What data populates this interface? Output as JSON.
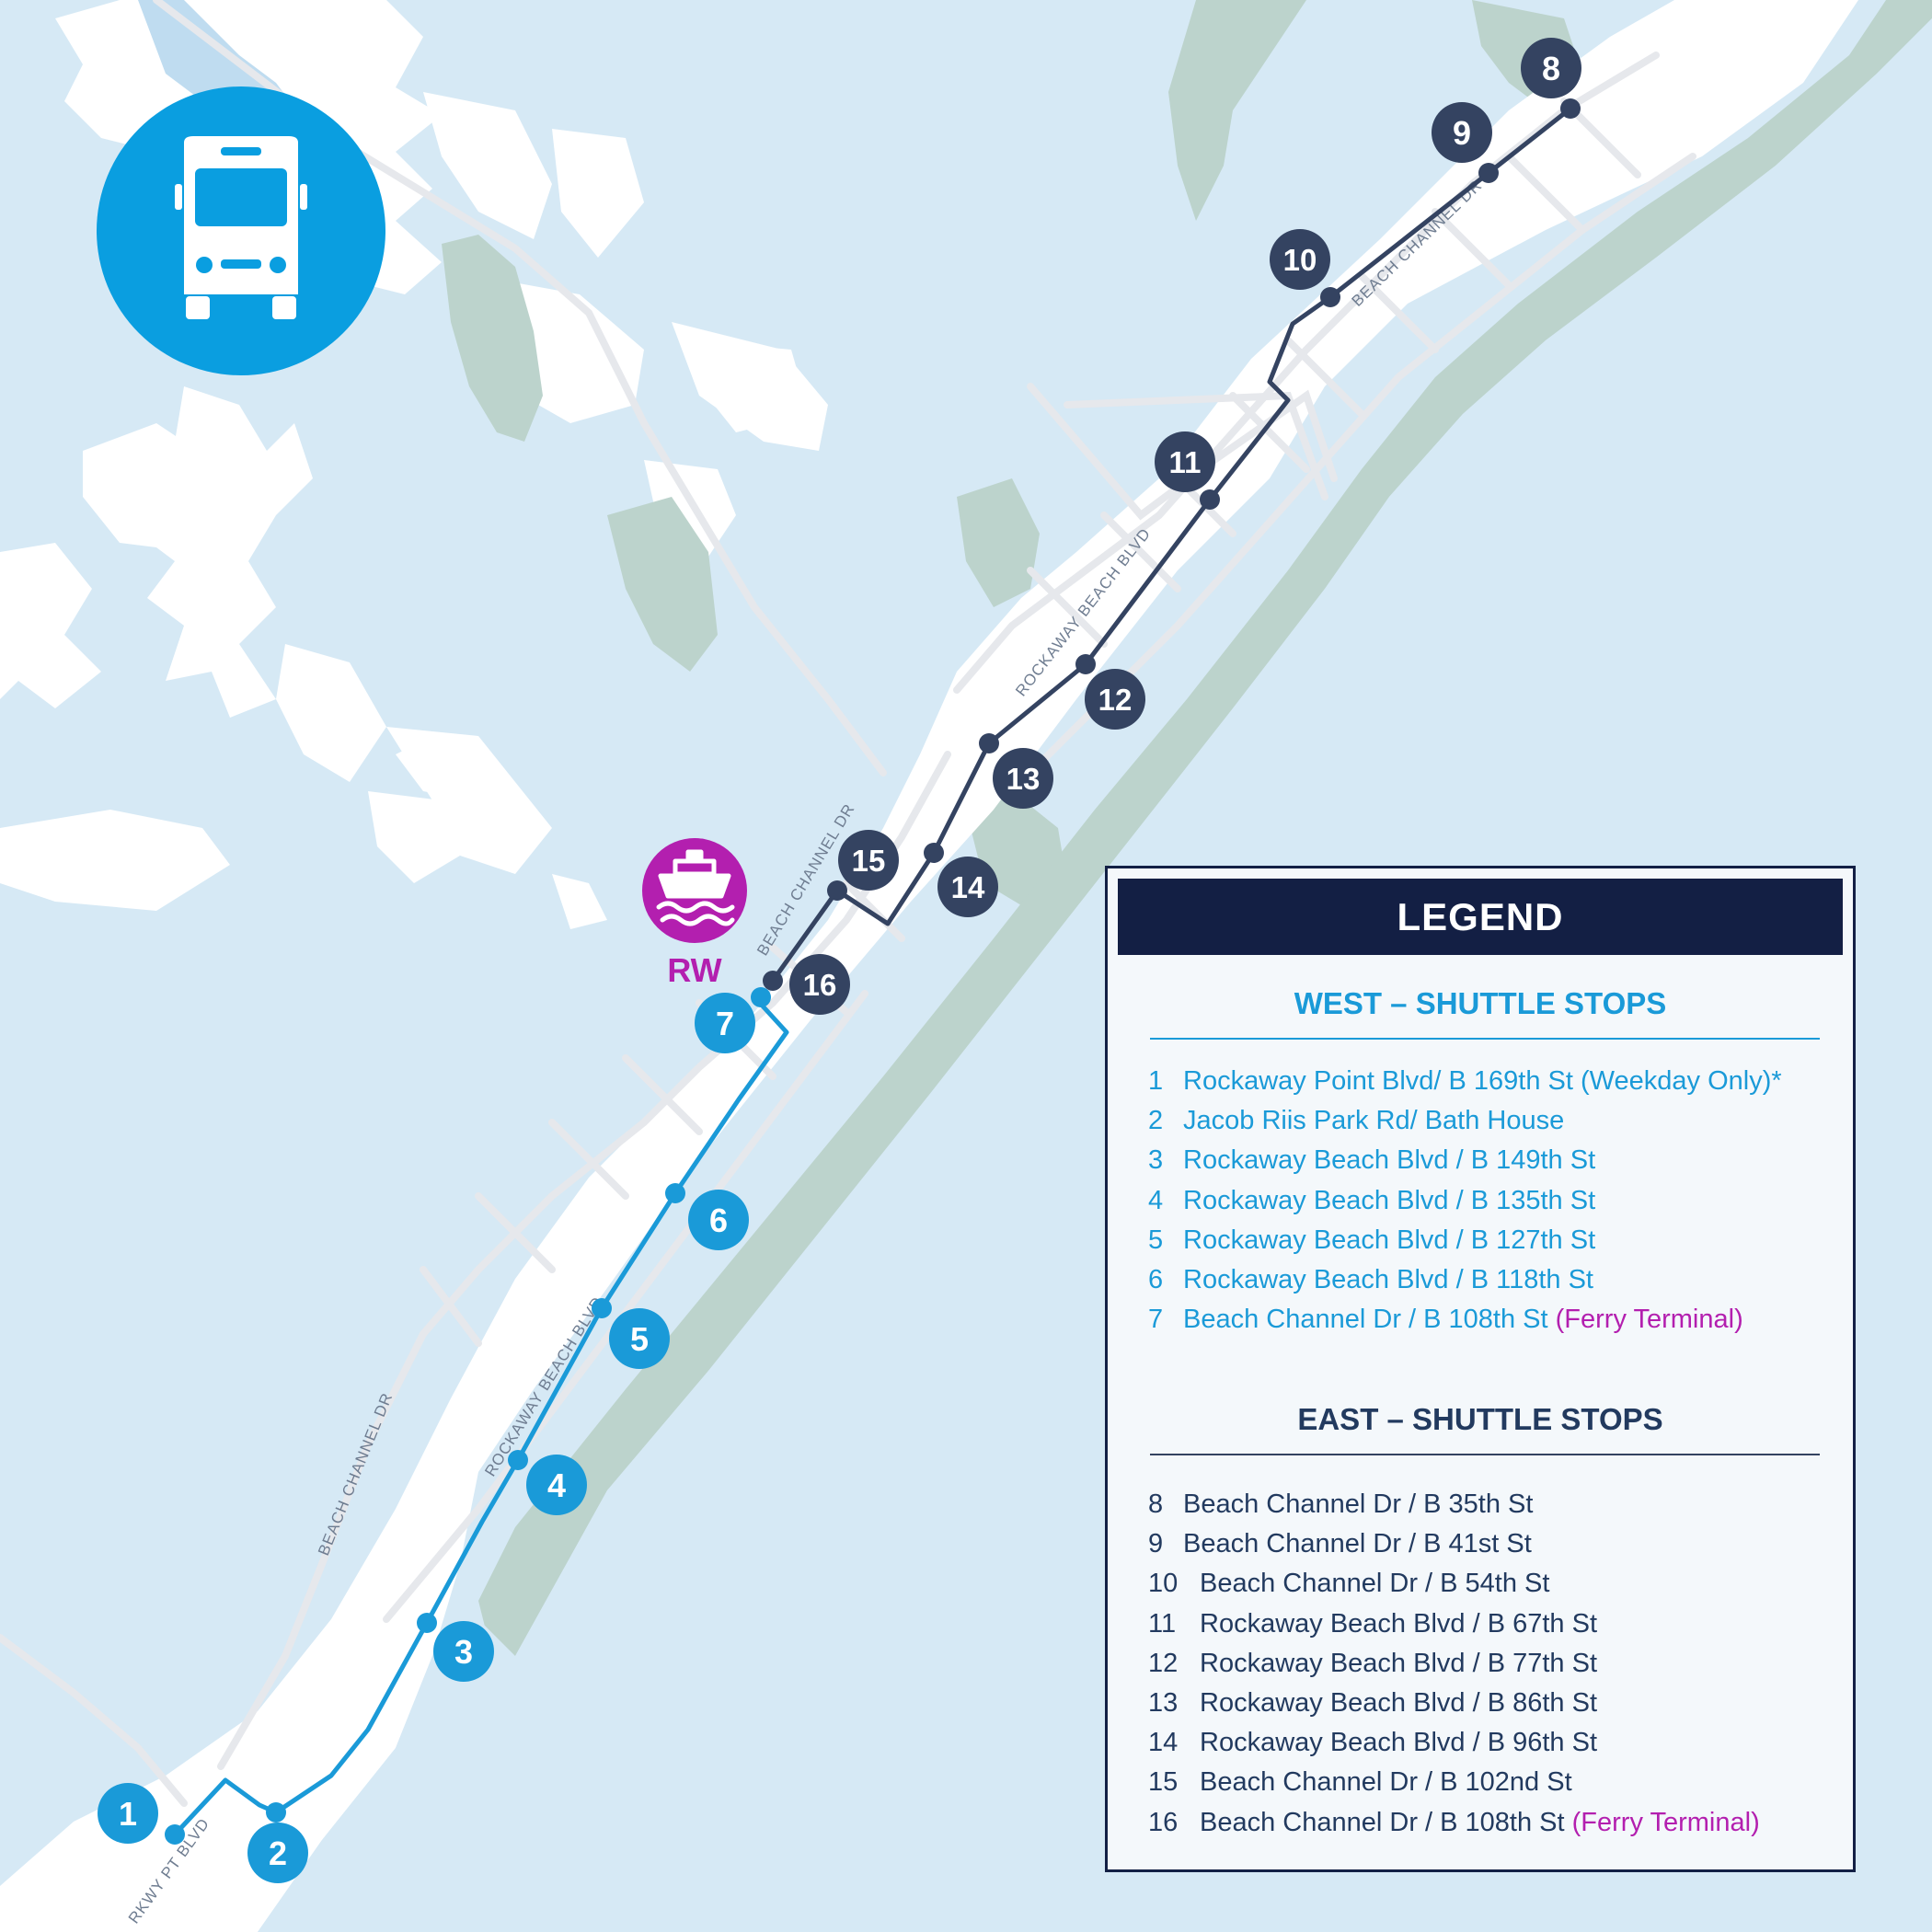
{
  "colors": {
    "water": "#d6e9f5",
    "land": "#ffffff",
    "park": "#bcd3cc",
    "road": "#e6e8ec",
    "west_route": "#1a9ad8",
    "east_route": "#344361",
    "ferry": "#b31faf",
    "legend_header": "#131f44"
  },
  "icons": {
    "bus": "bus-icon",
    "ferry": "ferry-icon"
  },
  "ferry_badge": {
    "label": "RW"
  },
  "road_labels": {
    "beach_channel_dr_west": "BEACH CHANNEL DR",
    "rockaway_beach_blvd_west": "ROCKAWAY BEACH BLVD",
    "beach_channel_dr_mid": "BEACH CHANNEL DR",
    "rockaway_beach_blvd_east": "ROCKAWAY BEACH BLVD",
    "beach_channel_dr_east": "BEACH CHANNEL DR",
    "rkwy_pt_blvd": "RKWY PT BLVD"
  },
  "map_stops": {
    "west": [
      "1",
      "2",
      "3",
      "4",
      "5",
      "6",
      "7"
    ],
    "east": [
      "8",
      "9",
      "10",
      "11",
      "12",
      "13",
      "14",
      "15",
      "16"
    ]
  },
  "legend": {
    "title": "LEGEND",
    "west": {
      "title": "WEST – SHUTTLE STOPS",
      "stops": [
        {
          "num": "1",
          "name": "Rockaway Point Blvd/ B 169th St (Weekday Only)*",
          "note": ""
        },
        {
          "num": "2",
          "name": "Jacob Riis Park Rd/ Bath House",
          "note": ""
        },
        {
          "num": "3",
          "name": "Rockaway Beach Blvd / B 149th St",
          "note": ""
        },
        {
          "num": "4",
          "name": "Rockaway Beach Blvd / B 135th St",
          "note": ""
        },
        {
          "num": "5",
          "name": "Rockaway Beach Blvd / B 127th St",
          "note": ""
        },
        {
          "num": "6",
          "name": "Rockaway Beach Blvd / B 118th St",
          "note": ""
        },
        {
          "num": "7",
          "name": "Beach Channel Dr / B 108th St",
          "note": "(Ferry Terminal)"
        }
      ]
    },
    "east": {
      "title": "EAST – SHUTTLE STOPS",
      "stops": [
        {
          "num": "8",
          "name": "Beach Channel Dr / B 35th St",
          "note": ""
        },
        {
          "num": "9",
          "name": "Beach Channel Dr / B 41st St",
          "note": ""
        },
        {
          "num": "10",
          "name": "Beach Channel Dr / B 54th St",
          "note": ""
        },
        {
          "num": "11",
          "name": "Rockaway Beach Blvd / B 67th St",
          "note": ""
        },
        {
          "num": "12",
          "name": "Rockaway Beach Blvd / B 77th St",
          "note": ""
        },
        {
          "num": "13",
          "name": "Rockaway Beach Blvd / B 86th St",
          "note": ""
        },
        {
          "num": "14",
          "name": "Rockaway Beach Blvd / B 96th St",
          "note": ""
        },
        {
          "num": "15",
          "name": "Beach Channel Dr / B 102nd St",
          "note": ""
        },
        {
          "num": "16",
          "name": "Beach Channel Dr / B 108th St",
          "note": "(Ferry Terminal)"
        }
      ]
    }
  }
}
